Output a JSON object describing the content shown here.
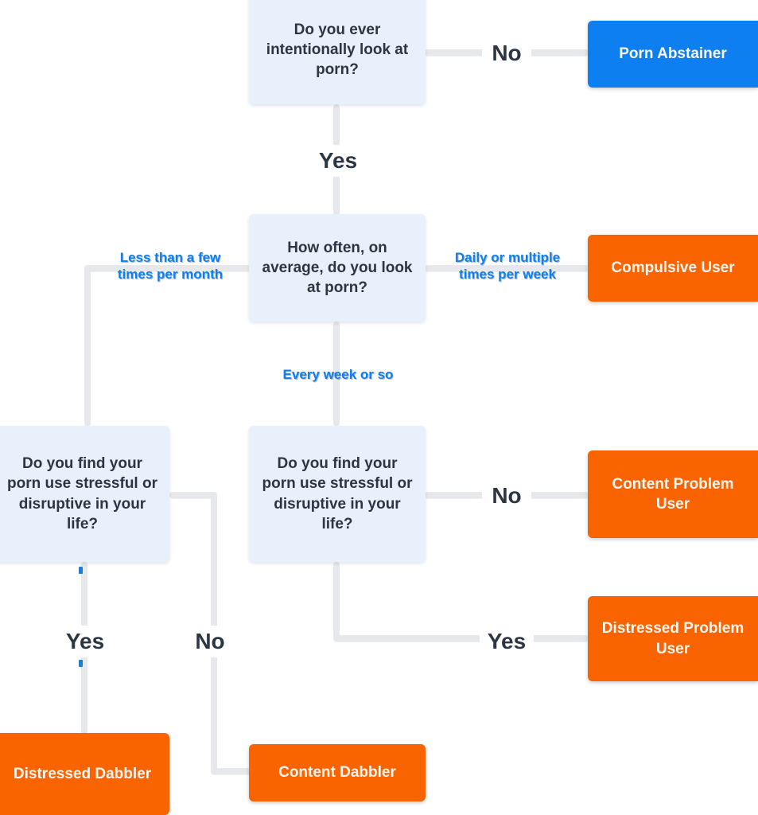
{
  "diagram": {
    "title": "Porn use typology decision flowchart",
    "colors": {
      "question_bg": "#e8f0fb",
      "question_text": "#2c3643",
      "result_blue": "#0d7ff0",
      "result_orange": "#fa6400",
      "result_text": "#fdf6f1",
      "connector": "#e6e8eb",
      "label_blue": "#0d7ff0",
      "label_dark": "#2c3643",
      "canvas_bg": "#ffffff"
    },
    "nodes": {
      "q_intentional": "Do you ever intentionally look at porn?",
      "q_how_often": "How often, on average, do you look at porn?",
      "q_stress_left": "Do you find your porn use stressful or disruptive in your life?",
      "q_stress_mid": "Do you find your porn use stressful or disruptive in your life?",
      "r_porn_abstainer": "Porn Abstainer",
      "r_compulsive_user": "Compulsive User",
      "r_content_problem_user": "Content Problem User",
      "r_distressed_problem_user": "Distressed Problem User",
      "r_distressed_dabbler": "Distressed Dabbler",
      "r_content_dabbler": "Content Dabbler"
    },
    "edge_labels": {
      "no_to_abstainer": "No",
      "yes_to_how_often": "Yes",
      "less_than_few_per_month": "Less than a few\ntimes per month",
      "daily_or_multiple_per_week": "Daily or multiple\ntimes per week",
      "every_week_or_so": "Every week or so",
      "no_to_content_problem": "No",
      "yes_to_distressed_problem": "Yes",
      "yes_to_distressed_dabbler": "Yes",
      "no_to_content_dabbler": "No"
    }
  }
}
